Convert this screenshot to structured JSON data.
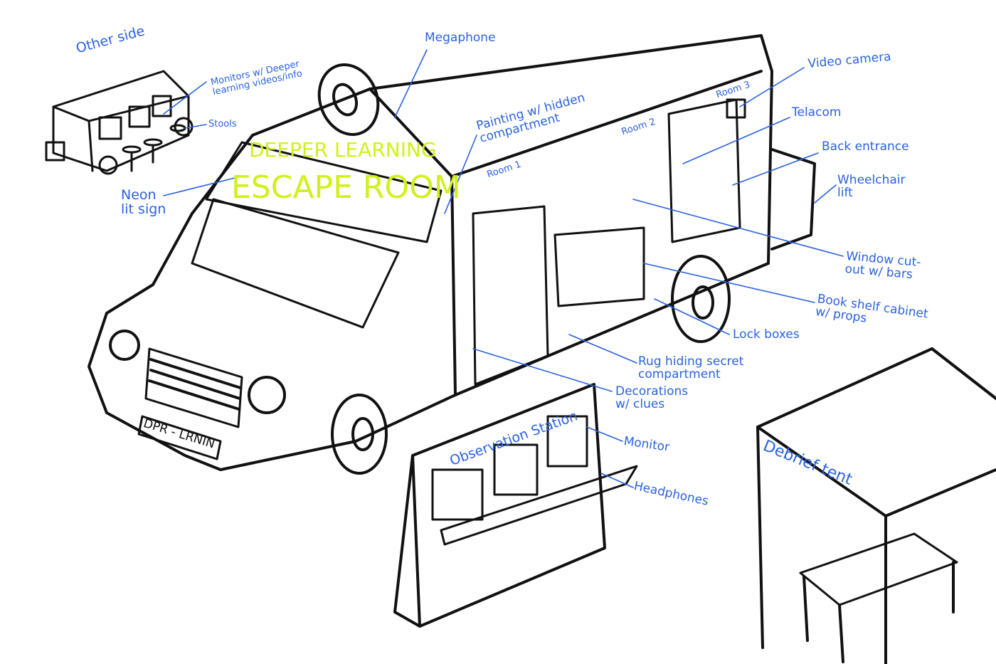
{
  "title": "Deeper Learning Escape Room truck concept sketch",
  "sign": {
    "line1": "DEEPER LEARNING",
    "line2": "ESCAPE ROOM"
  },
  "license_plate": "DPR - LRNIN",
  "annotations": {
    "other_side": "Other side",
    "monitors": "Monitors w/ Deeper learning videos/info",
    "stools": "Stools",
    "neon_sign": "Neon lit sign",
    "megaphone": "Megaphone",
    "painting": "Painting w/ hidden compartment",
    "room1": "Room 1",
    "room2": "Room 2",
    "room3": "Room 3",
    "video_camera": "Video camera",
    "telecom": "Telacom",
    "back_entrance": "Back entrance",
    "wheelchair_lift": "Wheelchair lift",
    "window": "Window cut-out w/ bars",
    "bookshelf": "Book shelf cabinet w/ props",
    "lock_boxes": "Lock boxes",
    "rug": "Rug hiding secret compartment",
    "decorations": "Decorations w/ clues",
    "observation_station": "Observation Station",
    "monitor": "Monitor",
    "headphones": "Headphones",
    "debrief_tent": "Debrief tent"
  },
  "colors": {
    "ink": "#111111",
    "annotation": "#2a62e0",
    "neon": "#d2f01c"
  }
}
